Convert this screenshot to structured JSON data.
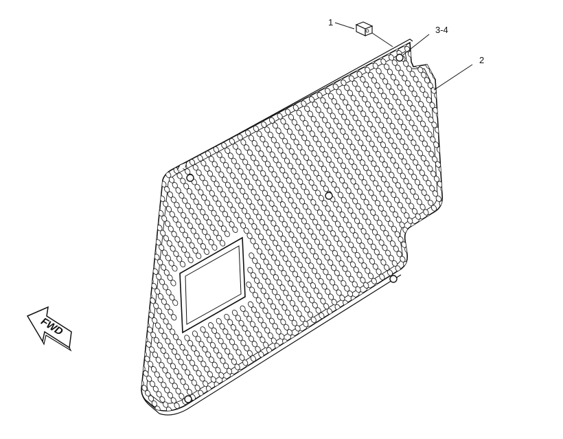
{
  "diagram": {
    "callouts": [
      {
        "id": "callout-1",
        "label": "1"
      },
      {
        "id": "callout-3-4",
        "label": "3-4"
      },
      {
        "id": "callout-2",
        "label": "2"
      }
    ],
    "fwd_arrow": {
      "label": "FWD"
    },
    "colors": {
      "line": "#111111",
      "background": "#ffffff",
      "hole_stroke": "#222222"
    }
  }
}
